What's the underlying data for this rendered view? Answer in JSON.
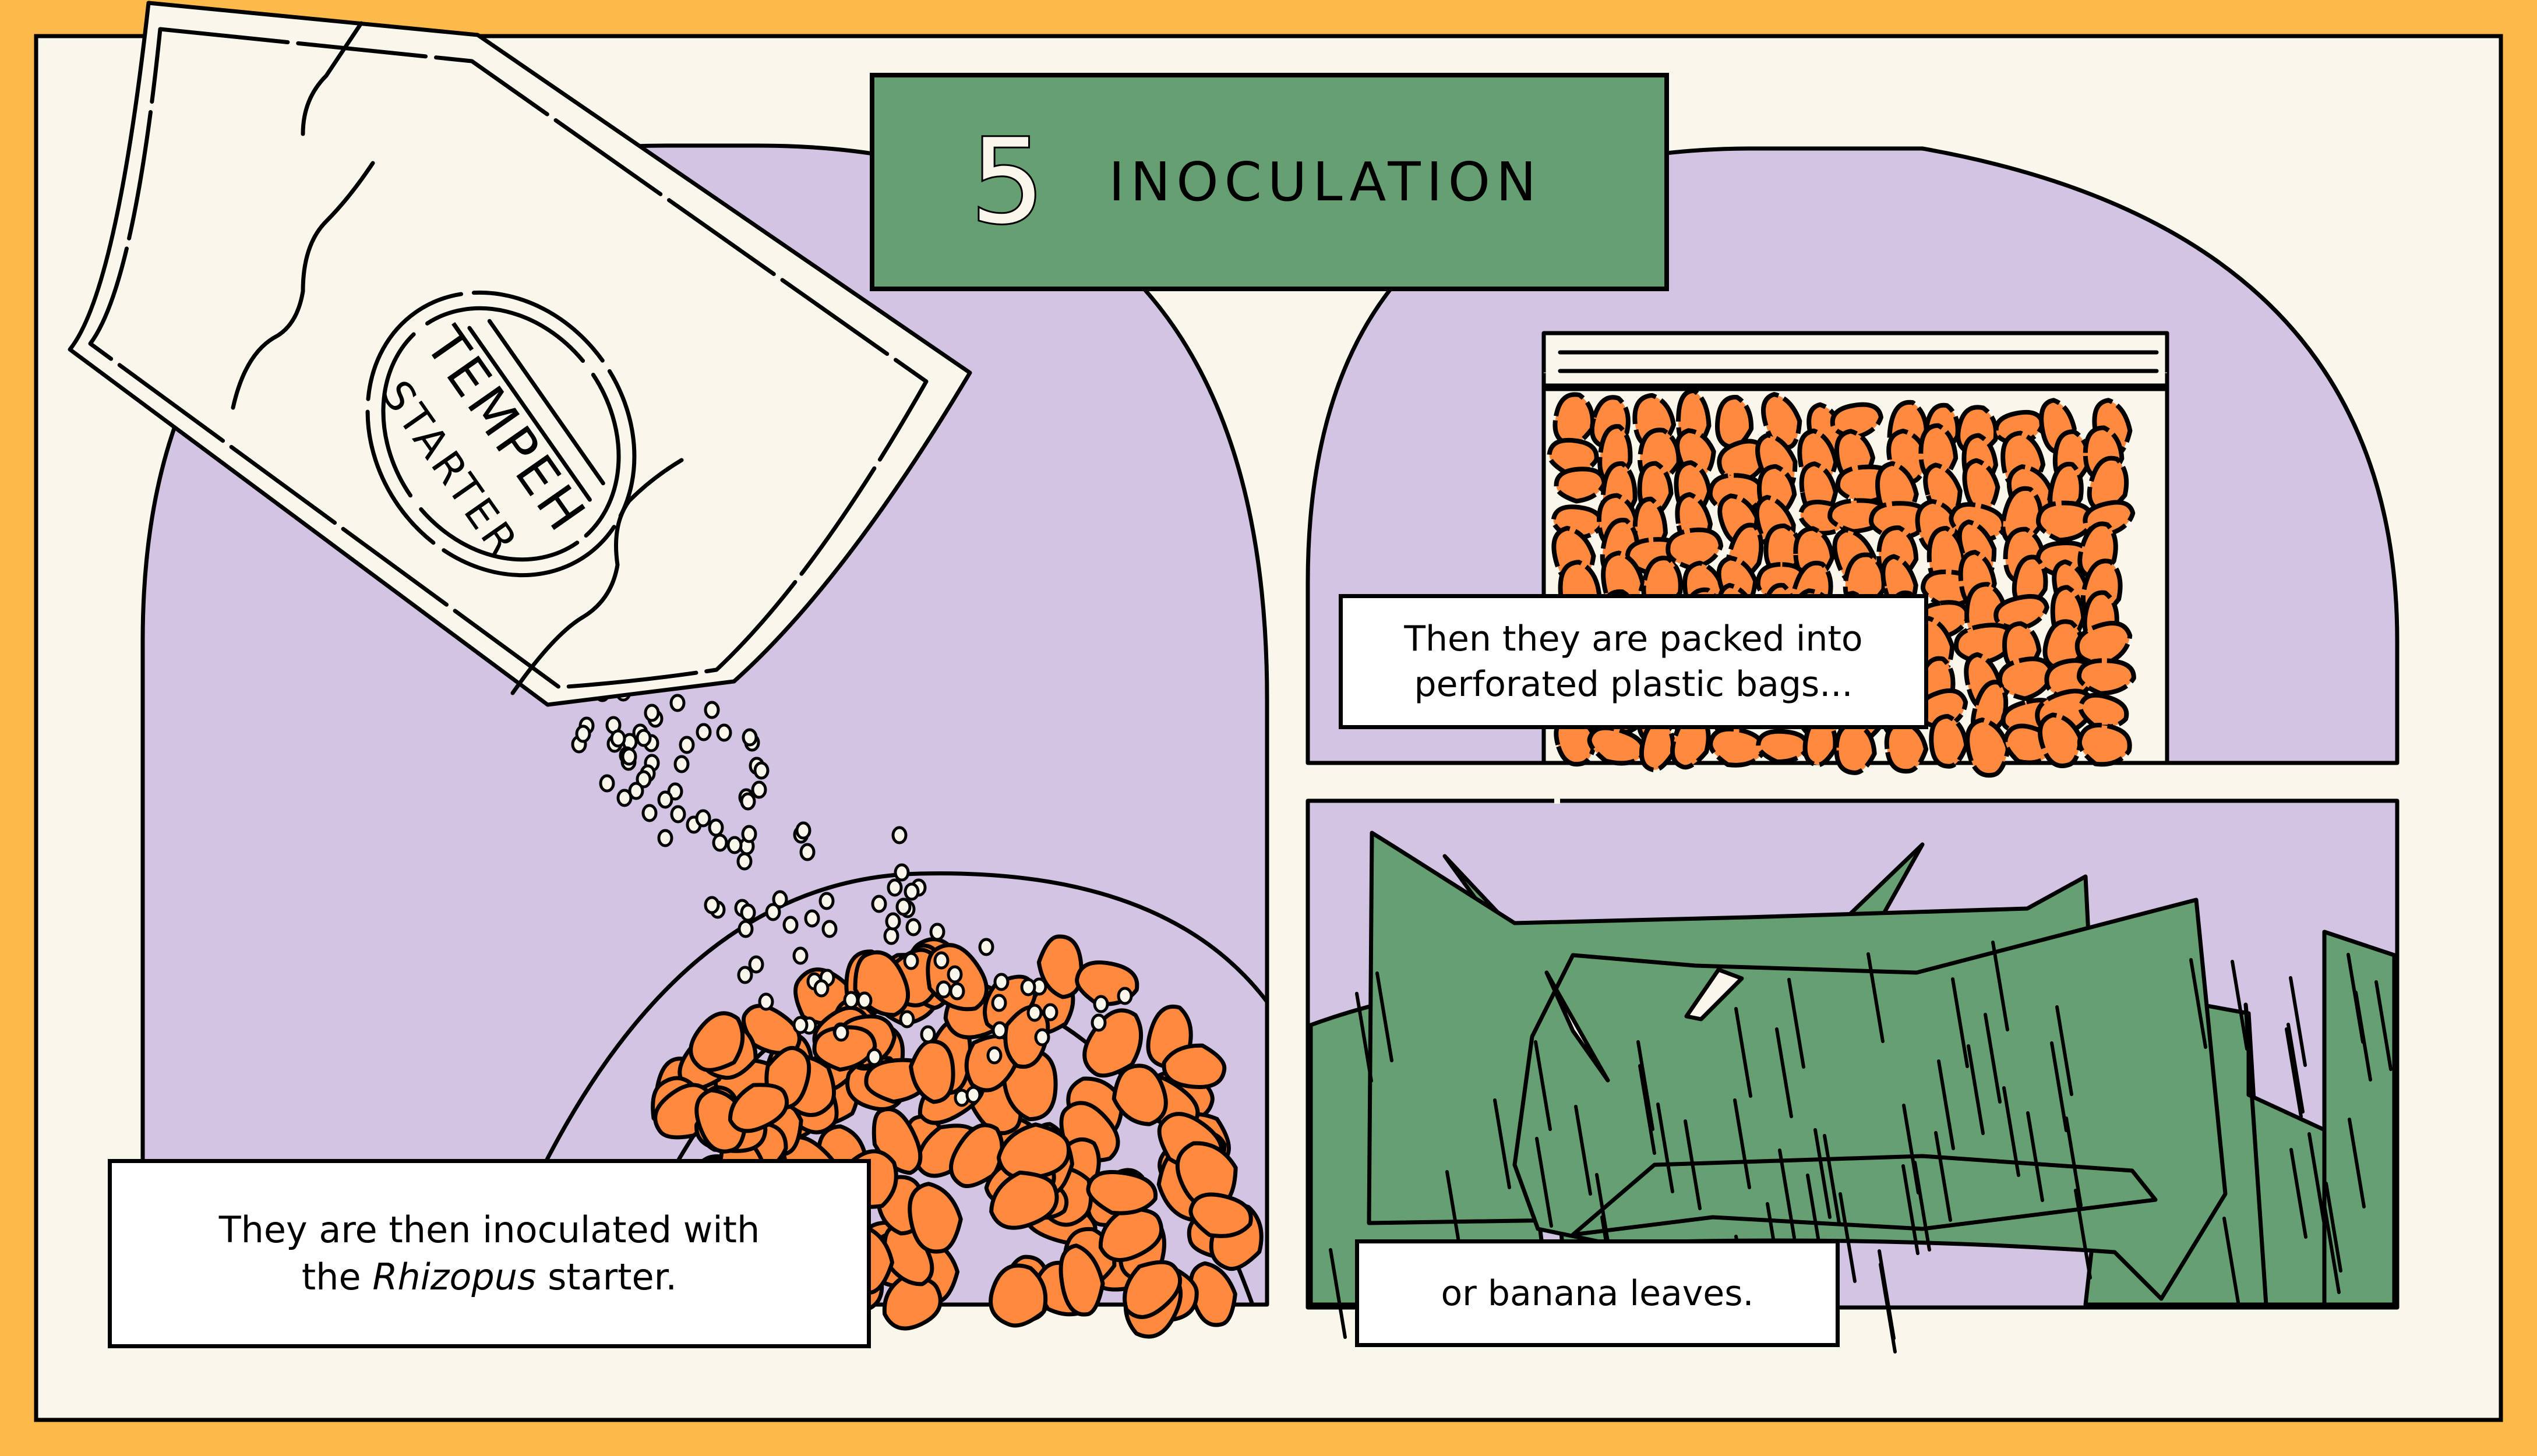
{
  "step": {
    "number": "5",
    "title": "INOCULATION"
  },
  "starter_packet": {
    "label_line1": "TEMPEH",
    "label_line2": "STARTER"
  },
  "captions": {
    "inoculate_line1": "They are then inoculated with",
    "inoculate_line2_prefix": "the ",
    "inoculate_line2_italic": "Rhizopus",
    "inoculate_line2_suffix": " starter.",
    "bags_line1": "Then they are packed into",
    "bags_line2": "perforated plastic bags...",
    "leaves_line1": "or banana leaves."
  },
  "colors": {
    "frame_border": "#FDB94A",
    "background": "#F9F7EC",
    "arch_purple": "#D3C4E3",
    "title_green": "#659F72",
    "leaf_green": "#659F72",
    "soybean_orange": "#FF8A3D",
    "outline": "#000000"
  }
}
